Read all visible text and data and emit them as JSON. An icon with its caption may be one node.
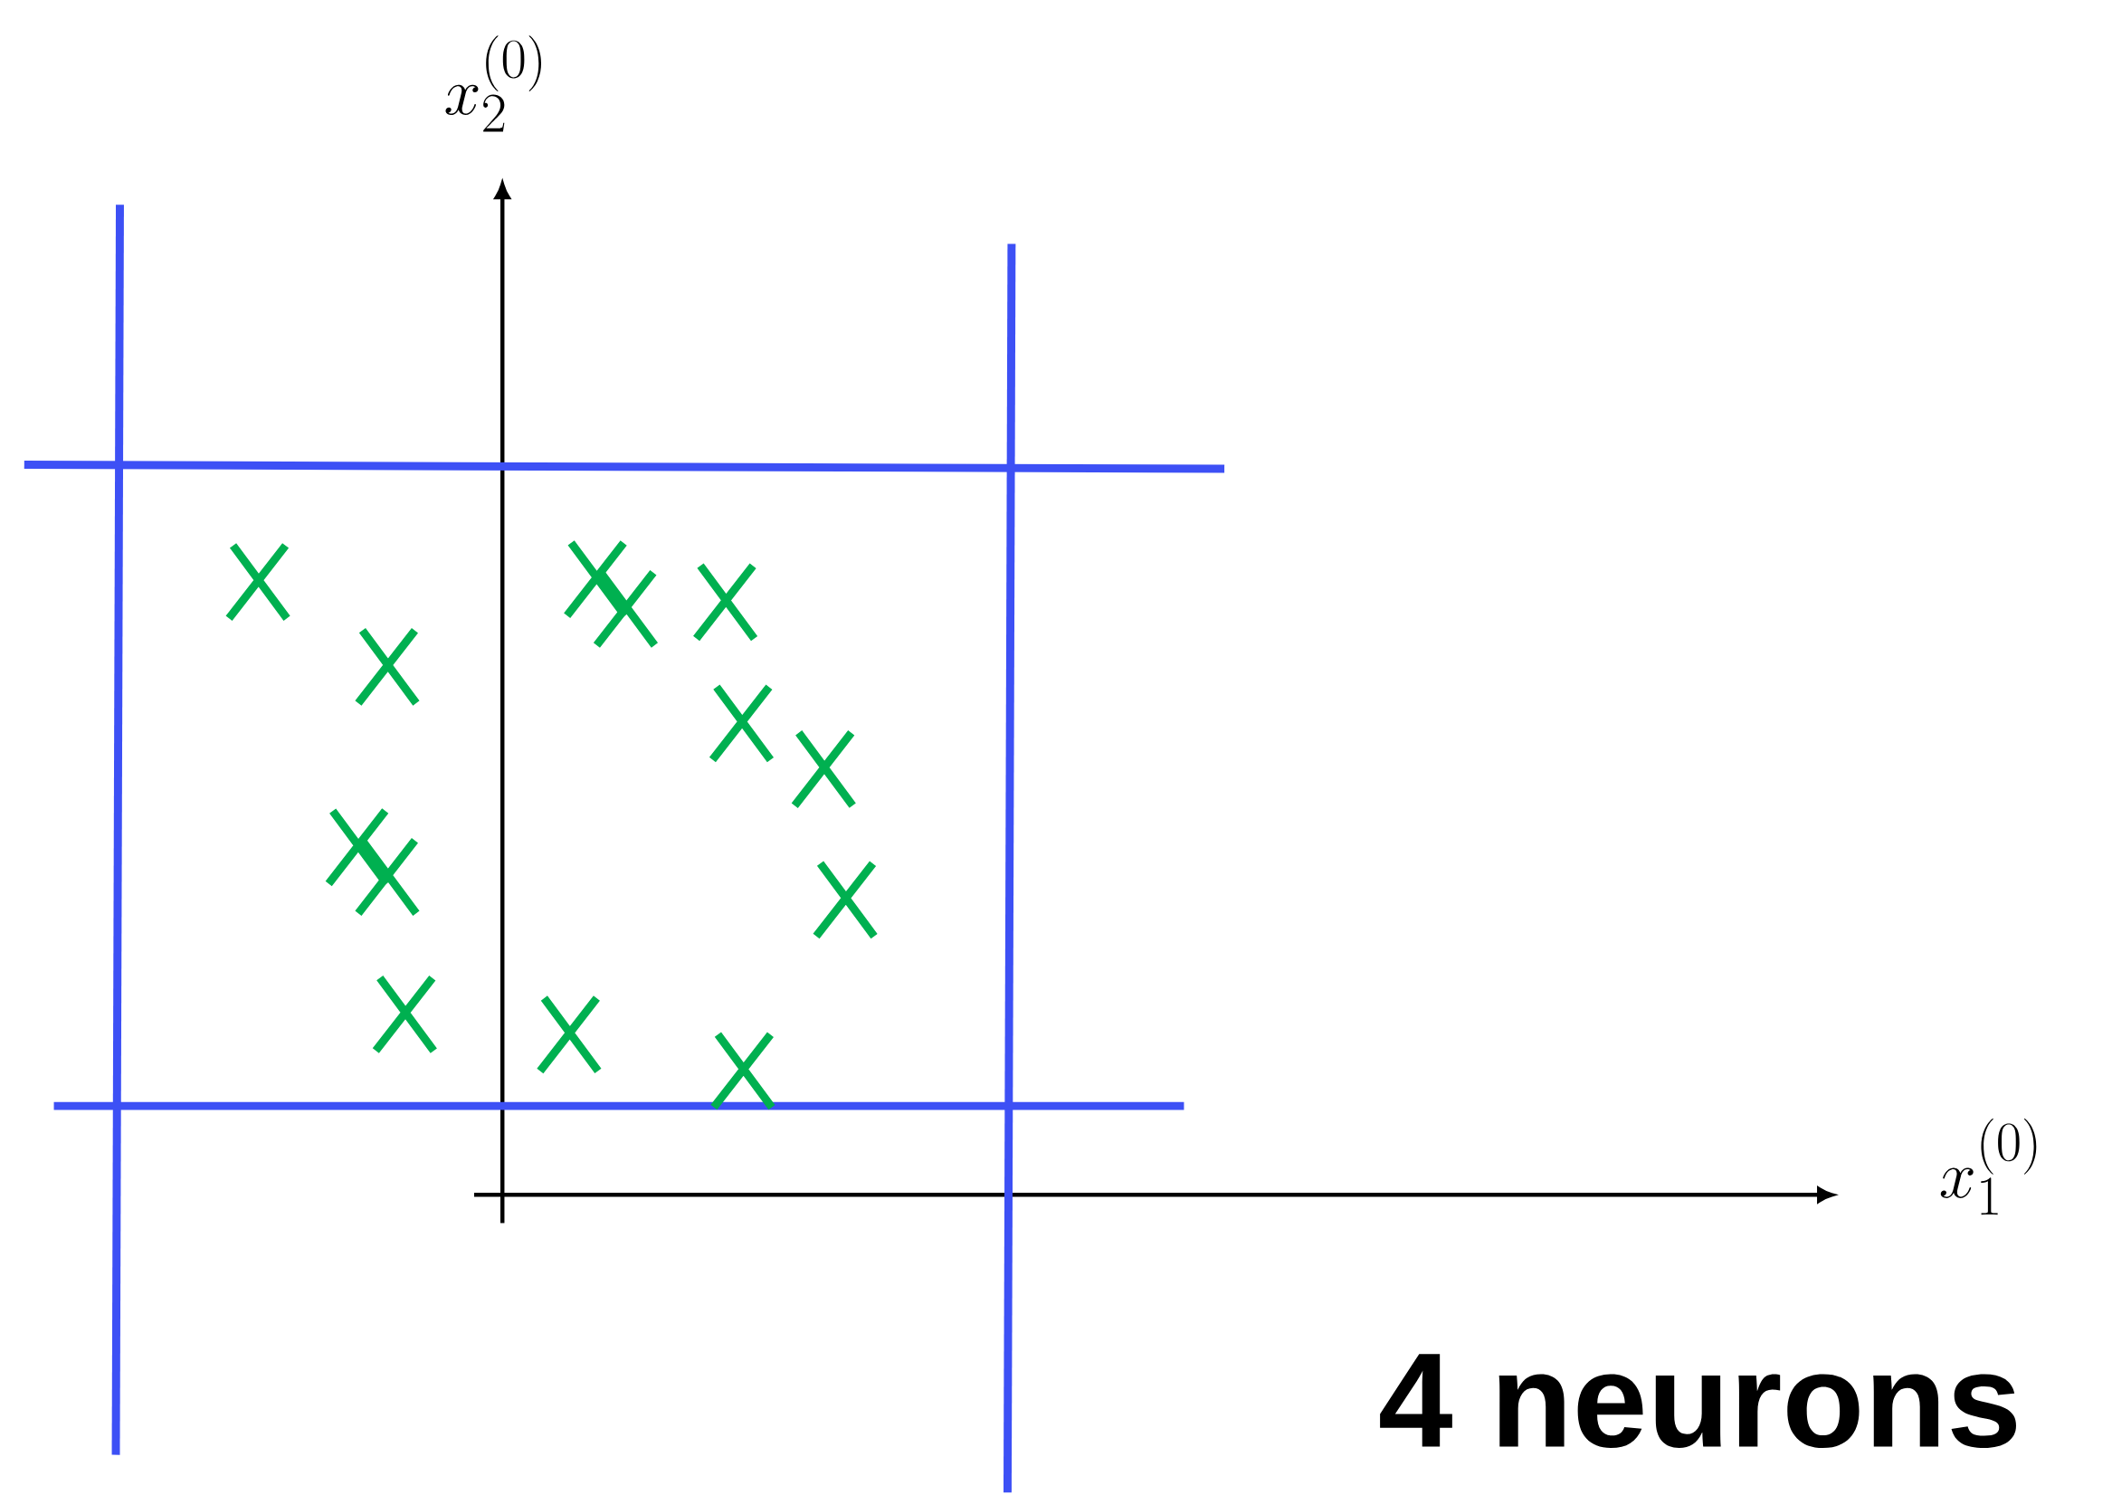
{
  "diagram": {
    "labels": [
      "x_2^{(0)}",
      "x_1^{(0)}",
      "4 neurons"
    ]
  }
}
